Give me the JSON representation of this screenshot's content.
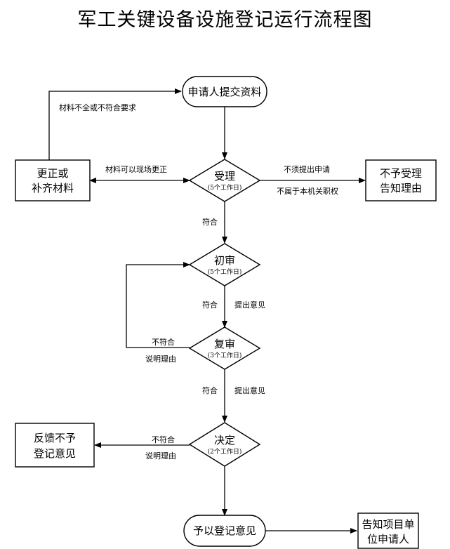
{
  "title": "军工关键设备设施登记运行流程图",
  "nodes": {
    "apply": "申请人提交资料",
    "correct_l1": "更正或",
    "correct_l2": "补齐材料",
    "accept": "受理",
    "accept_days": "(5个工作日)",
    "reject_l1": "不予受理",
    "reject_l2": "告知理由",
    "prelim": "初审",
    "prelim_days": "(5个工作日)",
    "review": "复审",
    "review_days": "(3个工作日)",
    "decide": "决定",
    "decide_days": "(2个工作日)",
    "feedback_l1": "反馈不予",
    "feedback_l2": "登记意见",
    "approve": "予以登记意见",
    "notify_l1": "告知项目单",
    "notify_l2": "位申请人"
  },
  "edges": {
    "incomplete": "材料不全或不符合要求",
    "fix_on_site": "材料可以现场更正",
    "no_apply": "不须提出申请",
    "not_authority": "不属于本机关职权",
    "pass1": "符合",
    "pass2": "符合",
    "opinion2": "提出意见",
    "pass3": "符合",
    "opinion3": "提出意见",
    "fail_review": "不符合",
    "explain_review": "说明理由",
    "fail_decide": "不符合",
    "explain_decide": "说明理由"
  }
}
